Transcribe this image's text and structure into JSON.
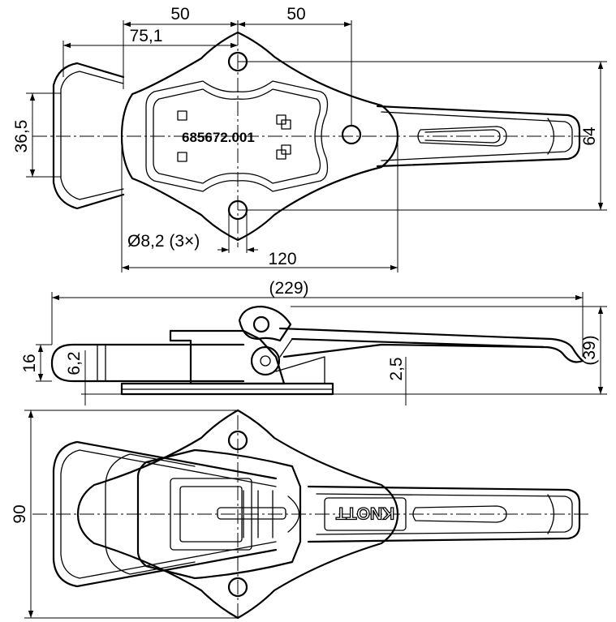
{
  "dimensions": {
    "top_width_left": "50",
    "top_width_right": "50",
    "offset": "75,1",
    "height_left": "36,5",
    "height_right": "64",
    "hole_diameter": "Ø8,2 (3×)",
    "hole_spacing": "120",
    "overall_length": "(229)",
    "side_height": "16",
    "side_thickness": "6,2",
    "plate_thickness": "2,5",
    "side_height_total": "(39)",
    "bottom_width": "90"
  },
  "labels": {
    "part_number": "685672.001",
    "brand": "KNOTT"
  }
}
